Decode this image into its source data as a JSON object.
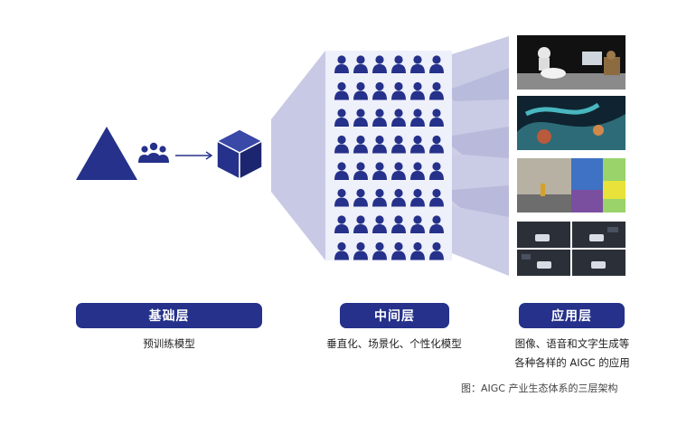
{
  "layers": {
    "base": {
      "title": "基础层",
      "desc": "预训练模型"
    },
    "middle": {
      "title": "中间层",
      "desc": "垂直化、场景化、个性化模型"
    },
    "app": {
      "title": "应用层",
      "desc_line1": "图像、语音和文字生成等",
      "desc_line2": "各种各样的 AIGC 的应用"
    }
  },
  "caption": "图：AIGC 产业生态体系的三层架构",
  "colors": {
    "navy": "#25318a",
    "lavender": "#c8c9e4",
    "lavender_dark": "#aeb0d6"
  },
  "icons": {
    "triangle": "triangle-icon",
    "people": "people-group-icon",
    "cube": "cube-icon",
    "person": "person-icon"
  }
}
